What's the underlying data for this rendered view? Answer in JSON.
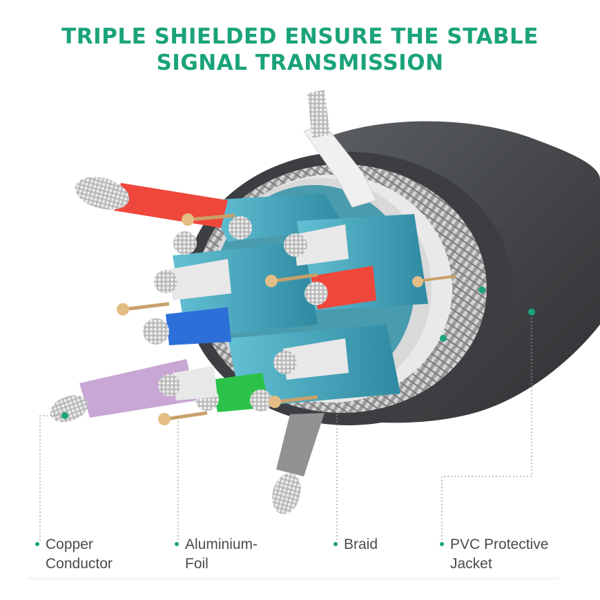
{
  "colors": {
    "accent": "#1aa37a",
    "jacket": "#4b4d50",
    "foil": "#3fa0b8",
    "braid": "#b8b8b8",
    "copper": "#c9a06a"
  },
  "title": {
    "line1": "TRIPLE SHIELDED ENSURE THE STABLE",
    "line2": "SIGNAL TRANSMISSION"
  },
  "labels": [
    {
      "id": "copper",
      "line1": "Copper",
      "line2": "Conductor"
    },
    {
      "id": "foil",
      "line1": "Aluminium-",
      "line2": "Foil"
    },
    {
      "id": "braid",
      "line1": "Braid",
      "line2": ""
    },
    {
      "id": "jacket",
      "line1": "PVC Protective",
      "line2": "Jacket"
    }
  ],
  "wires": [
    {
      "name": "red",
      "color": "#f0473c"
    },
    {
      "name": "blue",
      "color": "#2d6fd8"
    },
    {
      "name": "green",
      "color": "#2cc24a"
    },
    {
      "name": "purple",
      "color": "#c9a7d4"
    },
    {
      "name": "white",
      "color": "#e8e8e8"
    },
    {
      "name": "gray",
      "color": "#8f9193"
    }
  ]
}
